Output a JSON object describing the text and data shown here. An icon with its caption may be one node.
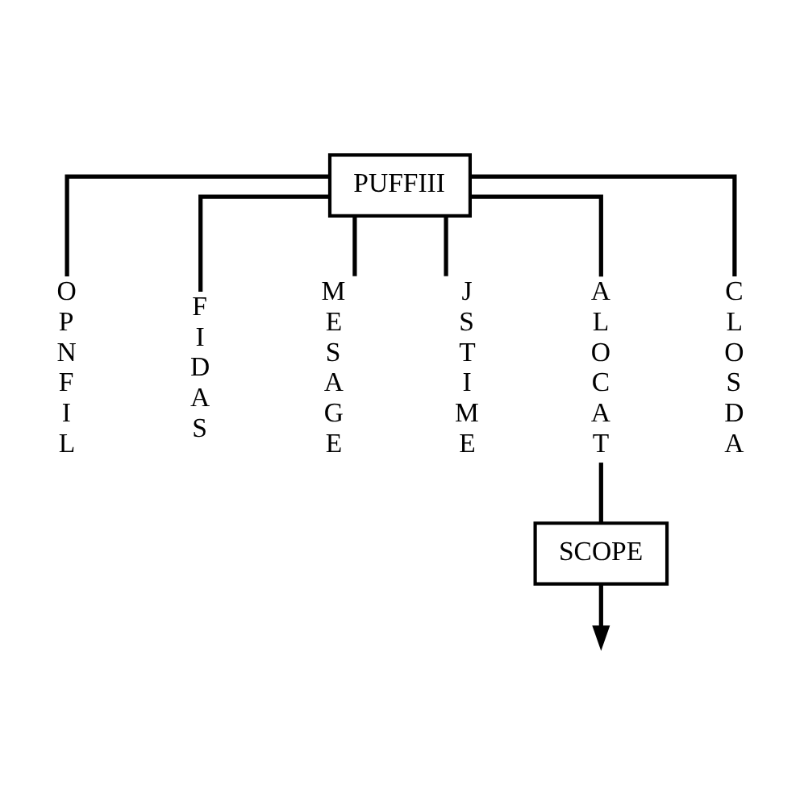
{
  "diagram": {
    "nodes": [
      {
        "text": [
          "PUFFIII"
        ]
      },
      {
        "text": [
          "OPNFIL"
        ]
      },
      {
        "text": [
          "FIDAS"
        ]
      },
      {
        "text": [
          "MESAGE"
        ]
      },
      {
        "text": [
          "JSTIME"
        ]
      },
      {
        "text": [
          "ALOCAT"
        ]
      },
      {
        "text": [
          "CLOSDA"
        ]
      },
      {
        "text": [
          "SCOPE"
        ]
      }
    ],
    "edges": [
      {
        "from": 0,
        "to": 1,
        "arrow": "none"
      },
      {
        "from": 0,
        "to": 2,
        "arrow": "none"
      },
      {
        "from": 0,
        "to": 3,
        "arrow": "none"
      },
      {
        "from": 0,
        "to": 4,
        "arrow": "none"
      },
      {
        "from": 0,
        "to": 5,
        "arrow": "none"
      },
      {
        "from": 0,
        "to": 6,
        "arrow": "none"
      },
      {
        "from": 5,
        "to": 7,
        "arrow": "none"
      },
      {
        "from": 7,
        "to": null,
        "arrow": "to"
      }
    ]
  }
}
